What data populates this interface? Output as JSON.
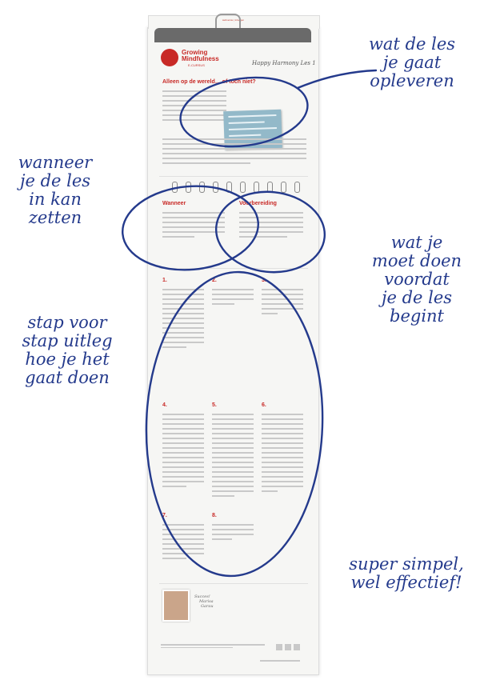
{
  "annotations": {
    "les": [
      "wat de les",
      "je gaat",
      "opleveren"
    ],
    "wanneer": [
      "wanneer",
      "je de les",
      "in kan",
      "zetten"
    ],
    "voorbereiding": [
      "wat je",
      "moet doen",
      "voordat",
      "je de les",
      "begint"
    ],
    "stappen": [
      "stap voor",
      "stap uitleg",
      "hoe je het",
      "gaat doen"
    ],
    "simpel": [
      "super simpel,",
      "wel effectief!"
    ]
  },
  "page": {
    "top_links": "webversie  |  inloggen",
    "logo_line1": "Growing",
    "logo_line2": "Mindfulness",
    "logo_line3": "E-CURSUS",
    "lesson_title": "Happy Harmony Les 1",
    "main_heading": "Alleen op de wereld… of toch niet?",
    "when_heading": "Wanneer",
    "prep_heading": "Voorbereiding",
    "steps": [
      "1.",
      "2.",
      "3.",
      "4.",
      "5.",
      "6.",
      "7.",
      "8."
    ],
    "signature": [
      "Succes!",
      "Marisa",
      "Garau"
    ]
  },
  "colors": {
    "ink": "#243a8c",
    "brand": "#c82a27",
    "sticky": "#93b9c9"
  }
}
